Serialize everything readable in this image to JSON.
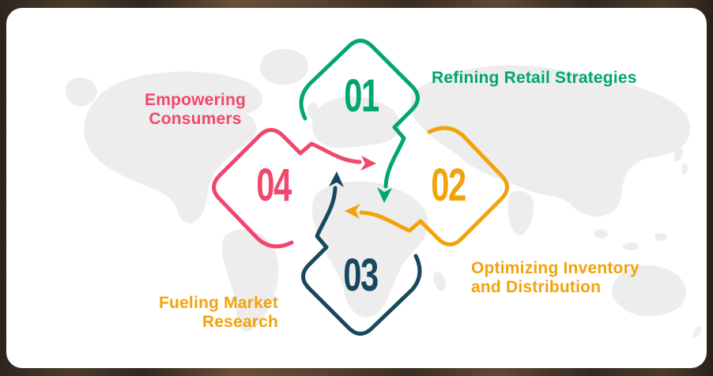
{
  "canvas": {
    "backdrop_palette": [
      "#2E241C",
      "#6A5038",
      "#4A3A2B"
    ],
    "card_color": "#FFFFFF",
    "map_color": "#EDEDED"
  },
  "infographic": {
    "type": "cycle-diagram",
    "direction": "clockwise",
    "cycle": [
      "01",
      "02",
      "03",
      "04"
    ],
    "steps": [
      {
        "number": "01",
        "diamond_color": "#00A76D",
        "label_color": "#00A76D",
        "label_lines": [
          "Refining Retail Strategies"
        ]
      },
      {
        "number": "02",
        "diamond_color": "#F2A30B",
        "label_color": "#F2A30B",
        "label_lines": [
          "Optimizing Inventory",
          "and Distribution"
        ]
      },
      {
        "number": "03",
        "diamond_color": "#17485E",
        "label_color": "#F2A30B",
        "label_lines": [
          "Fueling Market",
          "Research"
        ]
      },
      {
        "number": "04",
        "diamond_color": "#F0476B",
        "label_color": "#F0476B",
        "label_lines": [
          "Empowering",
          "Consumers"
        ]
      }
    ]
  }
}
